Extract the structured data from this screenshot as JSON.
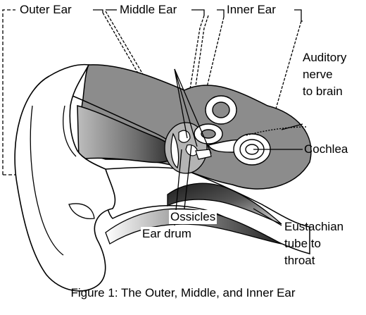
{
  "labels": {
    "outer_ear": "Outer Ear",
    "middle_ear": "Middle Ear",
    "inner_ear": "Inner Ear",
    "auditory_nerve": [
      "Auditory",
      "nerve",
      "to brain"
    ],
    "cochlea": "Cochlea",
    "ossicles": "Ossicles",
    "ear_drum": "Ear drum",
    "eustachian": [
      "Eustachian",
      "tube to",
      "throat"
    ]
  },
  "caption": "Figure 1: The Outer, Middle, and Inner Ear",
  "colors": {
    "line": "#000000",
    "tissue": "#8c8c8c",
    "tissue_light": "#b4b4b4",
    "skin": "#ffffff",
    "background": "#ffffff"
  }
}
